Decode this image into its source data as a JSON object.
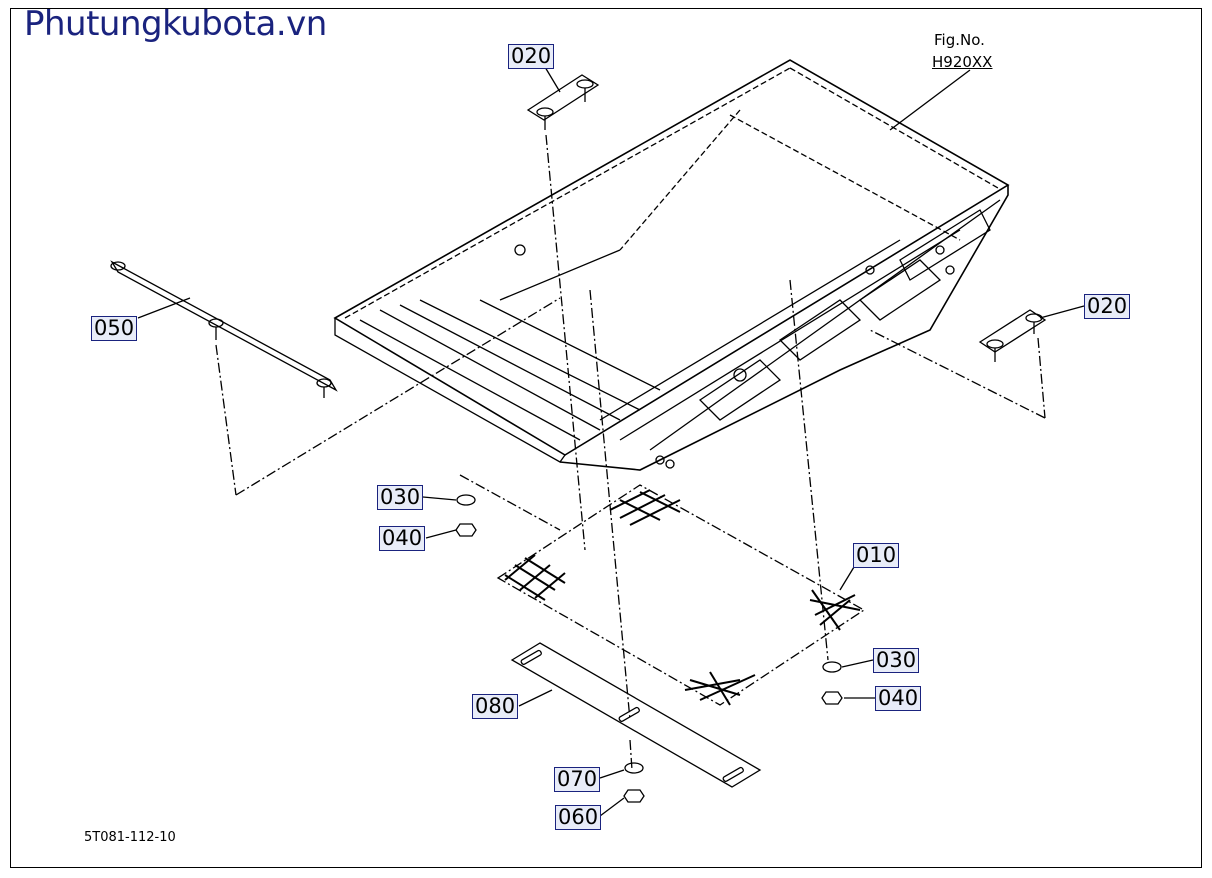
{
  "site_title": "Phutungkubota.vn",
  "figure": {
    "fig_no_label": "Fig.No.",
    "fig_no_value": "H920XX"
  },
  "callouts": {
    "c020_top": "020",
    "c020_right": "020",
    "c050": "050",
    "c030_left": "030",
    "c040_left": "040",
    "c010": "010",
    "c030_right": "030",
    "c040_right": "040",
    "c080": "080",
    "c070": "070",
    "c060": "060"
  },
  "drawing_code": "5T081-112-10"
}
